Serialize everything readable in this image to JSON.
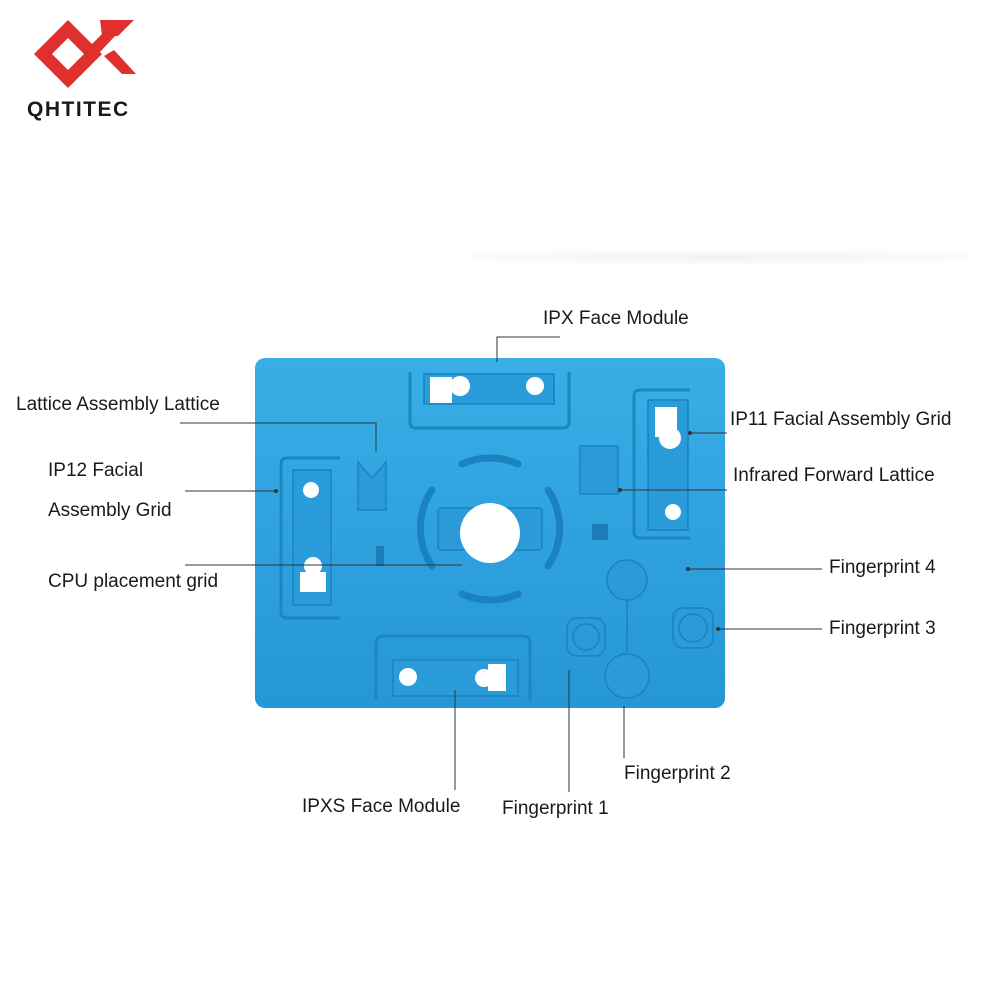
{
  "brand": {
    "name": "QHTITEC",
    "accent": "#e0302e"
  },
  "pad": {
    "color": "#2fa3df",
    "shade": "#1f8fcc"
  },
  "labels": {
    "ipx_face_module": "IPX Face Module",
    "lattice_assembly_lattice": "Lattice Assembly Lattice",
    "ip11_facial_assembly_grid": "IP11 Facial Assembly Grid",
    "ip12_facial_line1": "IP12 Facial",
    "ip12_facial_line2": "Assembly Grid",
    "infrared_forward_lattice": "Infrared Forward Lattice",
    "cpu_placement_grid": "CPU placement grid",
    "fingerprint_4": "Fingerprint 4",
    "fingerprint_3": "Fingerprint 3",
    "fingerprint_2": "Fingerprint 2",
    "fingerprint_1": "Fingerprint 1",
    "ipxs_face_module": "IPXS Face Module"
  }
}
